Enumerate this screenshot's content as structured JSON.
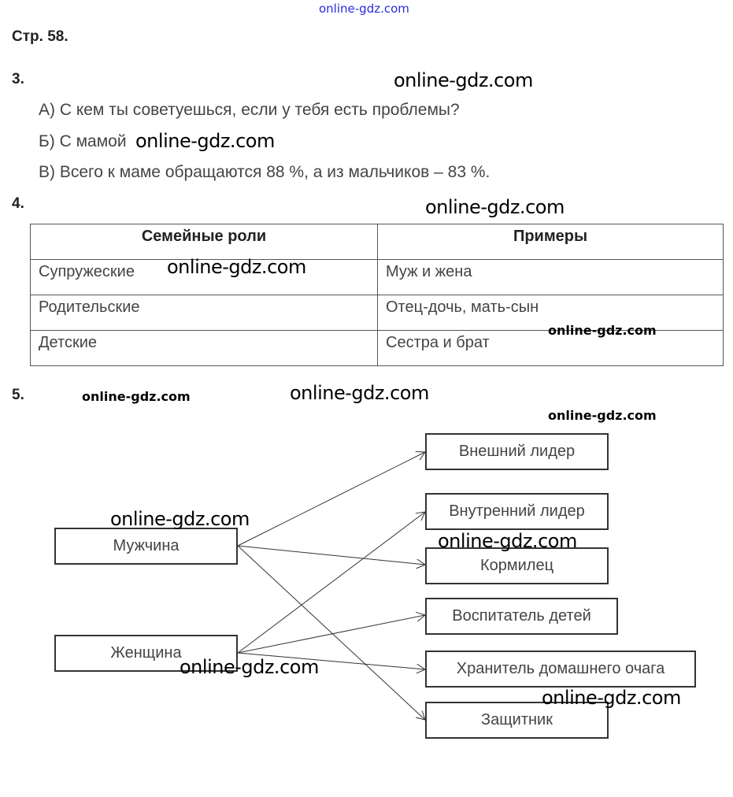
{
  "watermark": "online-gdz.com",
  "page_title": "Стр. 58.",
  "task3": {
    "number": "3.",
    "a": "А) С кем ты советуешься, если у тебя есть проблемы?",
    "b": "Б) С мамой",
    "c": "В) Всего к маме обращаются 88 %, а из мальчиков – 83 %."
  },
  "task4": {
    "number": "4.",
    "headers": [
      "Семейные роли",
      "Примеры"
    ],
    "rows": [
      [
        "Супружеские",
        "Муж и жена"
      ],
      [
        "Родительские",
        "Отец-дочь, мать-сын"
      ],
      [
        "Детские",
        "Сестра и брат"
      ]
    ]
  },
  "task5": {
    "number": "5.",
    "left": [
      "Мужчина",
      "Женщина"
    ],
    "right": [
      "Внешний лидер",
      "Внутренний лидер",
      "Кормилец",
      "Воспитатель детей",
      "Хранитель домашнего очага",
      "Защитник"
    ],
    "links": [
      [
        0,
        0
      ],
      [
        0,
        2
      ],
      [
        0,
        5
      ],
      [
        1,
        1
      ],
      [
        1,
        3
      ],
      [
        1,
        4
      ]
    ]
  }
}
